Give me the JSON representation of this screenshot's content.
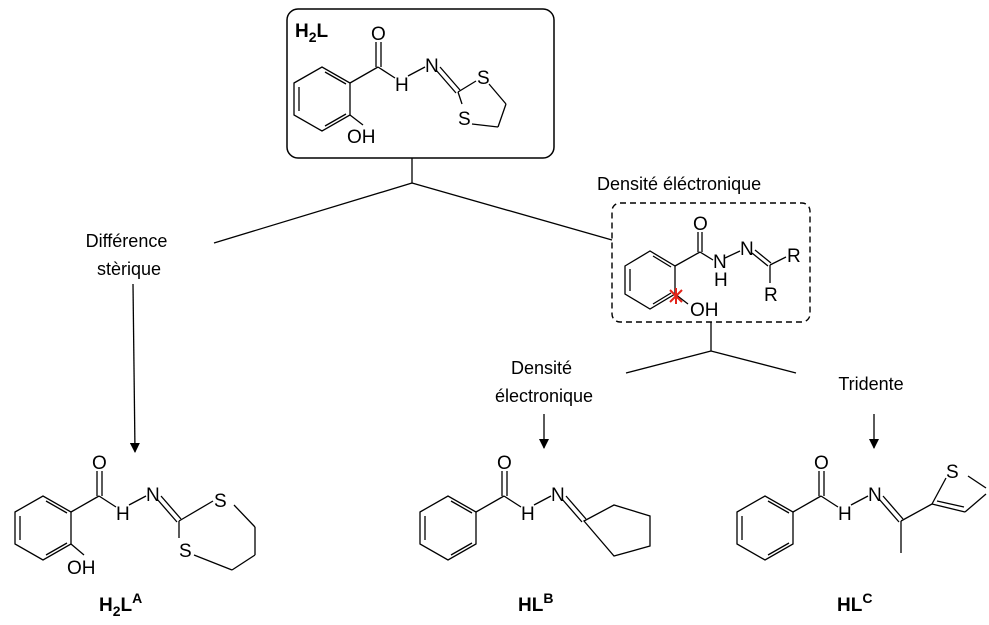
{
  "top": {
    "name": "H",
    "name_sub": "2",
    "name_tail": "L",
    "atoms": {
      "O": "O",
      "N": "N",
      "H": "H",
      "S1": "S",
      "S2": "S",
      "OH": "OH"
    }
  },
  "labels": {
    "steric": [
      "Différence",
      "stèrique"
    ],
    "density_top": "Densité éléctronique",
    "density_bottom": [
      "Densité",
      "électronique"
    ],
    "tridentate": "Tridente"
  },
  "core": {
    "atoms": {
      "O": "O",
      "N1": "N",
      "N2": "N",
      "H": "H",
      "R1": "R",
      "R2": "R",
      "OH": "OH"
    },
    "mark_color": "#e2231a"
  },
  "compounds": [
    {
      "name": "H",
      "name_sub": "2",
      "name_mid": "L",
      "name_sup": "A",
      "atoms": {
        "O": "O",
        "N": "N",
        "H": "H",
        "S1": "S",
        "S2": "S",
        "OH": "OH"
      }
    },
    {
      "name": "HL",
      "name_sup": "B",
      "atoms": {
        "O": "O",
        "N": "N",
        "H": "H"
      }
    },
    {
      "name": "HL",
      "name_sup": "C",
      "atoms": {
        "O": "O",
        "N": "N",
        "H": "H",
        "S": "S"
      }
    }
  ]
}
